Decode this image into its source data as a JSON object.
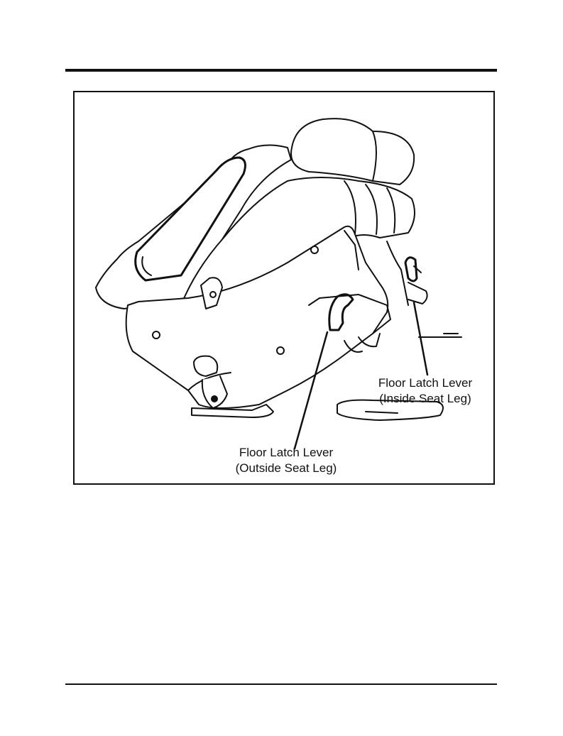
{
  "figure": {
    "callouts": {
      "inside": {
        "line1": "Floor Latch Lever",
        "line2": "(Inside Seat Leg)"
      },
      "outside": {
        "line1": "Floor Latch Lever",
        "line2": "(Outside Seat Leg)"
      }
    }
  },
  "colors": {
    "ink": "#111111",
    "paper": "#ffffff"
  }
}
